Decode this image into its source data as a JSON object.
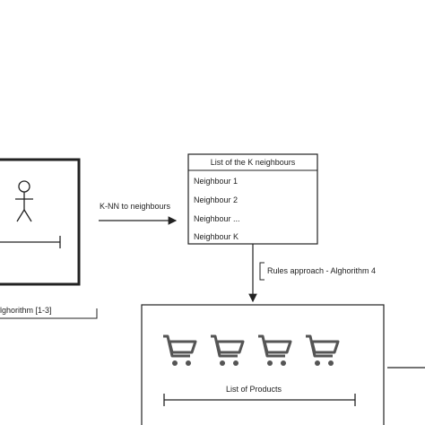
{
  "user_box": {
    "bottom_label": "lghorithm [1-3]"
  },
  "arrow_knn": {
    "label": "K-NN to neighbours"
  },
  "neighbours_list": {
    "title": "List of the K neighbours",
    "items": [
      "Neighbour 1",
      "Neighbour 2",
      "Neighbour ...",
      "Neighbour K"
    ]
  },
  "rules_arrow": {
    "label": "Rules approach - Alghorithm 4"
  },
  "products_box": {
    "label": "List of Products",
    "cart_count": 4
  },
  "colors": {
    "stroke": "#222222",
    "text": "#222222",
    "background": "#ffffff"
  }
}
